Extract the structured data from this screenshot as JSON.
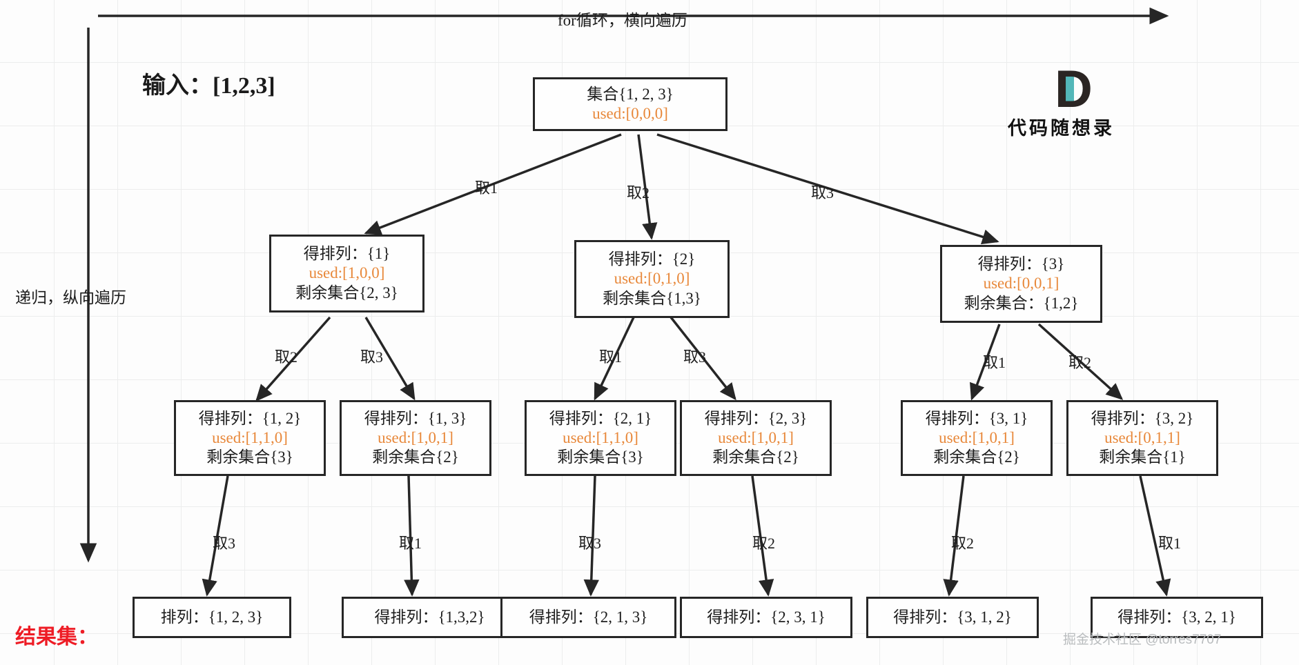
{
  "title_input": "输入：[1,2,3]",
  "axis": {
    "horizontal_label": "for循环，横向遍历",
    "vertical_label": "递归，纵向遍历"
  },
  "result_label": "结果集：",
  "logo": {
    "letter": "D",
    "brand": "代码随想录",
    "accent_color": "#53b7b9",
    "letter_color": "#2b2523"
  },
  "watermark": "掘金技术社区 @torres7707",
  "colors": {
    "used_orange": "#e8883a",
    "result_red": "#ee1c25",
    "stroke": "#262626",
    "grid": "#eceded"
  },
  "root": {
    "line1": "集合{1, 2, 3}",
    "used": "used:[0,0,0]"
  },
  "level1": [
    {
      "line1": "得排列：{1}",
      "used": "used:[1,0,0]",
      "line3": "剩余集合{2, 3}"
    },
    {
      "line1": "得排列：{2}",
      "used": "used:[0,1,0]",
      "line3": "剩余集合{1,3}"
    },
    {
      "line1": "得排列：{3}",
      "used": "used:[0,0,1]",
      "line3": "剩余集合：{1,2}"
    }
  ],
  "level2": [
    {
      "line1": "得排列：{1, 2}",
      "used": "used:[1,1,0]",
      "line3": "剩余集合{3}"
    },
    {
      "line1": "得排列：{1, 3}",
      "used": "used:[1,0,1]",
      "line3": "剩余集合{2}"
    },
    {
      "line1": "得排列：{2, 1}",
      "used": "used:[1,1,0]",
      "line3": "剩余集合{3}"
    },
    {
      "line1": "得排列：{2, 3}",
      "used": "used:[1,0,1]",
      "line3": "剩余集合{2}"
    },
    {
      "line1": "得排列：{3, 1}",
      "used": "used:[1,0,1]",
      "line3": "剩余集合{2}"
    },
    {
      "line1": "得排列：{3, 2}",
      "used": "used:[0,1,1]",
      "line3": "剩余集合{1}"
    }
  ],
  "leaves": [
    {
      "text": "排列：{1, 2, 3}"
    },
    {
      "text": "得排列：{1,3,2}"
    },
    {
      "text": "得排列：{2, 1, 3}"
    },
    {
      "text": "得排列：{2, 3, 1}"
    },
    {
      "text": "得排列：{3, 1, 2}"
    },
    {
      "text": "得排列：{3, 2, 1}"
    }
  ],
  "edge_labels": {
    "root": [
      "取1",
      "取2",
      "取3"
    ],
    "level1": [
      "取2",
      "取3",
      "取1",
      "取3",
      "取1",
      "取2"
    ],
    "level2": [
      "取3",
      "取1",
      "取3",
      "取2",
      "取2",
      "取1"
    ]
  }
}
